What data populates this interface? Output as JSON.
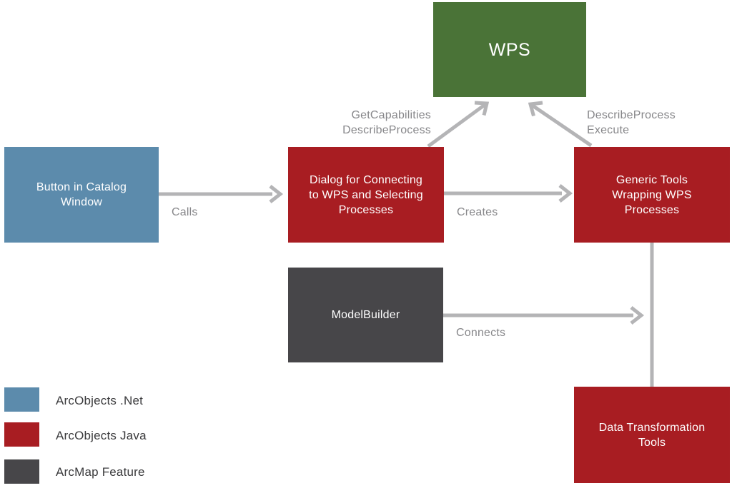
{
  "colors": {
    "wps_green": "#4a7337",
    "arcobjects_net_blue": "#5c8bac",
    "arcobjects_java_red": "#a81d22",
    "arcmap_feature_gray": "#474649",
    "arrow_gray": "#b4b4b6",
    "edge_label_gray": "#87878a",
    "legend_text": "#3a3a3c"
  },
  "nodes": {
    "wps": {
      "label": "WPS",
      "color": "#4a7337"
    },
    "button_catalog": {
      "label": "Button in Catalog\nWindow",
      "color": "#5c8bac"
    },
    "dialog": {
      "label": "Dialog for Connecting\nto WPS and Selecting\nProcesses",
      "color": "#a81d22"
    },
    "generic_tools": {
      "label": "Generic Tools\nWrapping WPS\nProcesses",
      "color": "#a81d22"
    },
    "modelbuilder": {
      "label": "ModelBuilder",
      "color": "#474649"
    },
    "data_transformation": {
      "label": "Data Transformation\nTools",
      "color": "#a81d22"
    }
  },
  "edges": {
    "calls": {
      "from": "button_catalog",
      "to": "dialog",
      "label": "Calls"
    },
    "creates": {
      "from": "dialog",
      "to": "generic_tools",
      "label": "Creates"
    },
    "dialog_to_wps": {
      "from": "dialog",
      "to": "wps",
      "label": "GetCapabilities\nDescribeProcess"
    },
    "generic_to_wps": {
      "from": "generic_tools",
      "to": "wps",
      "label": "DescribeProcess\nExecute"
    },
    "connects": {
      "from": "modelbuilder",
      "to": "generic_tools",
      "label": "Connects"
    },
    "generic_to_datatools": {
      "from": "generic_tools",
      "to": "data_transformation",
      "label": ""
    }
  },
  "legend": {
    "items": [
      {
        "label": "ArcObjects .Net",
        "color": "#5c8bac"
      },
      {
        "label": "ArcObjects Java",
        "color": "#a81d22"
      },
      {
        "label": "ArcMap Feature",
        "color": "#474649"
      }
    ]
  }
}
